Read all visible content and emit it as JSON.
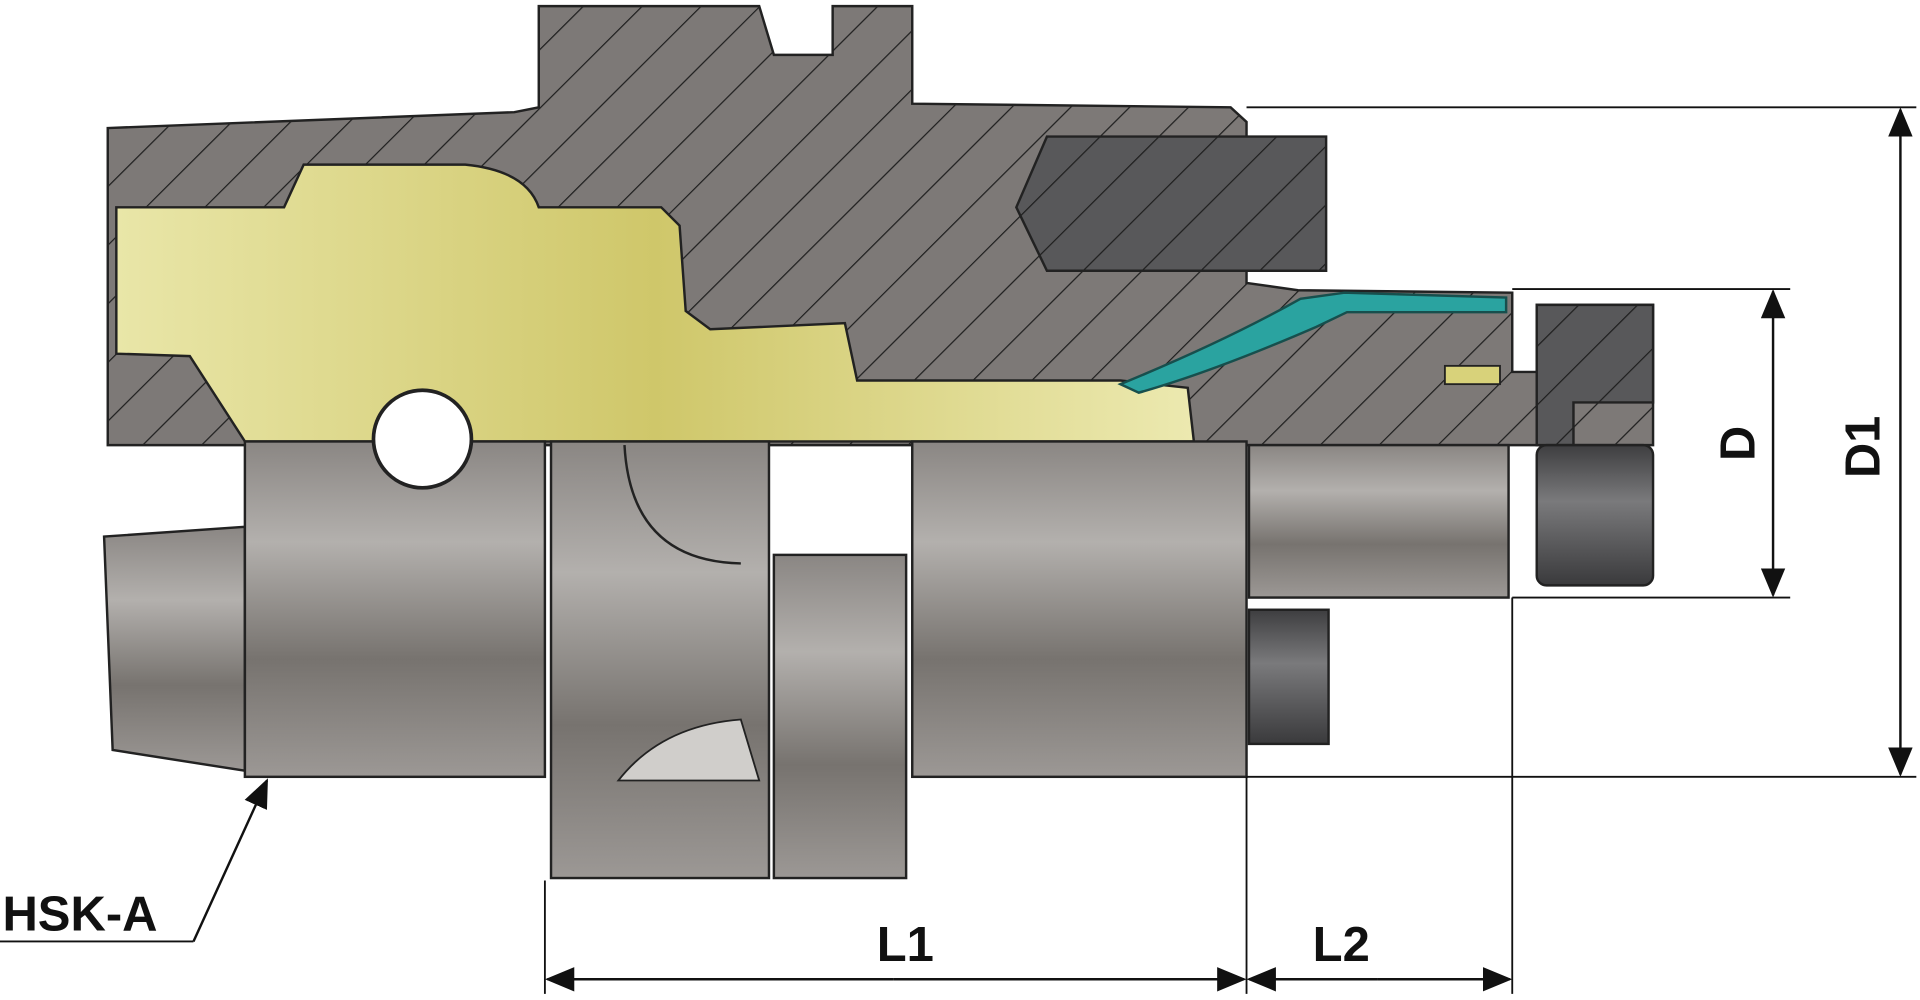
{
  "title": "HSK-A tool holder cross-section",
  "labels": {
    "interface": "HSK-A",
    "l1": "L1",
    "l2": "L2",
    "d": "D",
    "d1": "D1"
  },
  "colors": {
    "section_gray": "#7a7673",
    "brass": "#d8d27a",
    "coolant": "#2aa3a0",
    "dark_part": "#4a4a4c",
    "outline": "#222222"
  }
}
